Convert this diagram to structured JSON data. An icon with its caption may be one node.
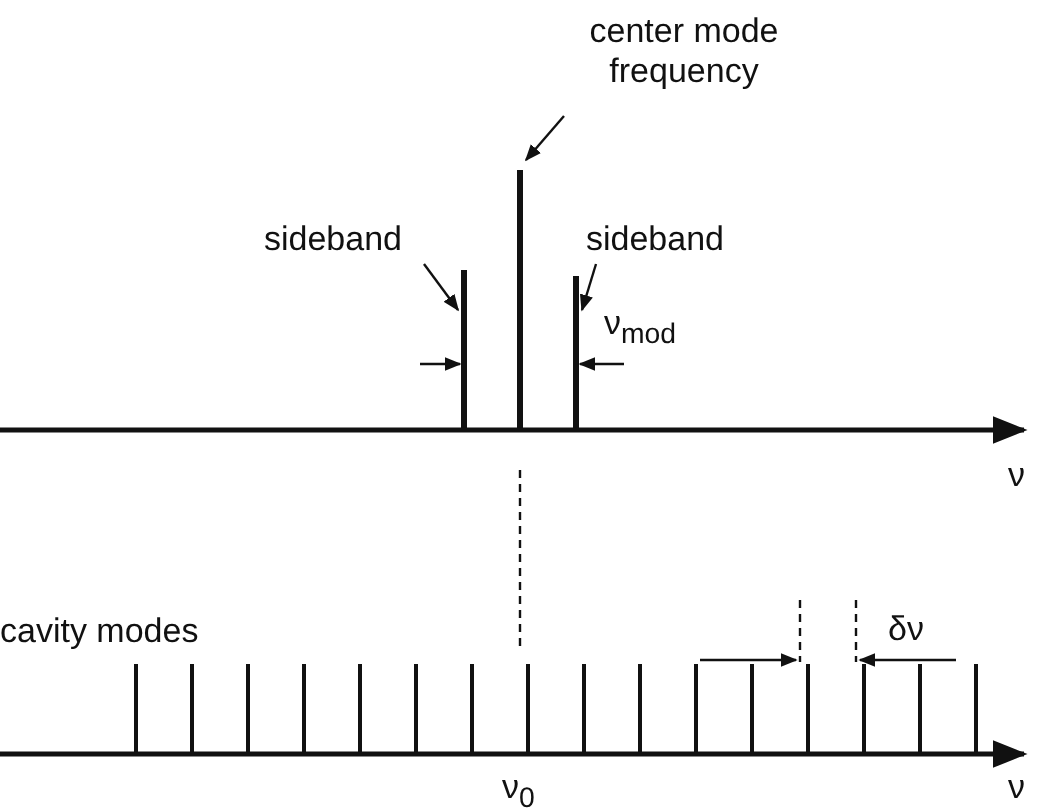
{
  "diagram": {
    "nodes": [
      {
        "text": [
          "center mode frequency"
        ]
      },
      {
        "text": [
          "sideband"
        ]
      },
      {
        "text": [
          "sideband"
        ]
      },
      {
        "text": [],
        "shape": "bar"
      },
      {
        "text": [],
        "shape": "bar"
      },
      {
        "text": [],
        "shape": "bar"
      }
    ],
    "edges": [
      {
        "from": 0,
        "to": 4,
        "arrow": "to"
      },
      {
        "from": 1,
        "to": 3,
        "arrow": "to"
      },
      {
        "from": 2,
        "to": 5,
        "arrow": "to"
      }
    ],
    "labels": [
      "ν$_{mod}$",
      "ν",
      "cavity modes",
      "δν",
      "ν$_{0}$",
      "ν"
    ]
  }
}
